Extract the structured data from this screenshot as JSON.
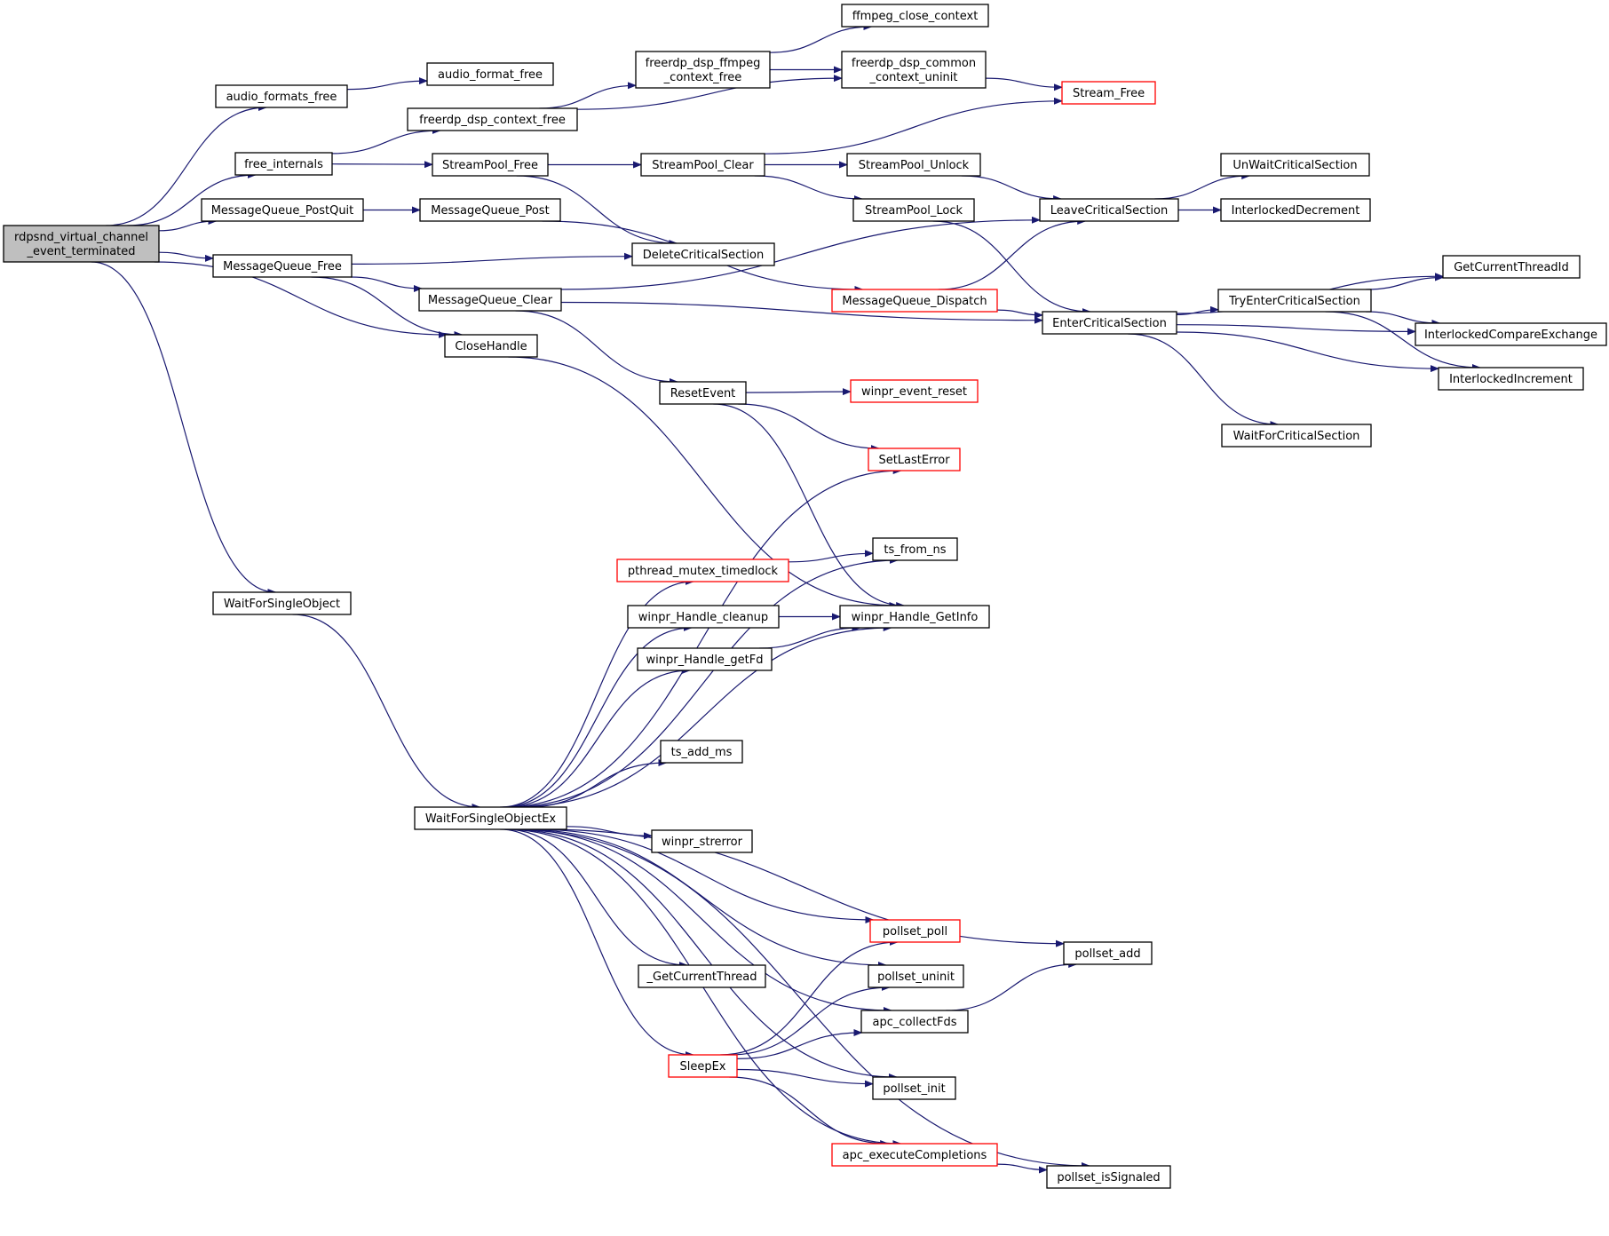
{
  "colors": {
    "edge": "#191970",
    "node_border": "#000000",
    "node_border_truncated": "#ff0000",
    "root_fill": "#bfbfbf",
    "node_fill": "#ffffff"
  },
  "nodes": [
    {
      "id": "root",
      "lines": [
        "rdpsnd_virtual_channel",
        "_event_terminated"
      ],
      "style": "root"
    },
    {
      "id": "audio_formats_free",
      "lines": [
        "audio_formats_free"
      ]
    },
    {
      "id": "audio_format_free",
      "lines": [
        "audio_format_free"
      ]
    },
    {
      "id": "free_internals",
      "lines": [
        "free_internals"
      ]
    },
    {
      "id": "freerdp_dsp_context_free",
      "lines": [
        "freerdp_dsp_context_free"
      ]
    },
    {
      "id": "freerdp_dsp_ffmpeg_context_free",
      "lines": [
        "freerdp_dsp_ffmpeg",
        "_context_free"
      ]
    },
    {
      "id": "ffmpeg_close_context",
      "lines": [
        "ffmpeg_close_context"
      ]
    },
    {
      "id": "freerdp_dsp_common_context_uninit",
      "lines": [
        "freerdp_dsp_common",
        "_context_uninit"
      ]
    },
    {
      "id": "Stream_Free",
      "lines": [
        "Stream_Free"
      ],
      "style": "red"
    },
    {
      "id": "StreamPool_Free",
      "lines": [
        "StreamPool_Free"
      ]
    },
    {
      "id": "StreamPool_Clear",
      "lines": [
        "StreamPool_Clear"
      ]
    },
    {
      "id": "StreamPool_Unlock",
      "lines": [
        "StreamPool_Unlock"
      ]
    },
    {
      "id": "StreamPool_Lock",
      "lines": [
        "StreamPool_Lock"
      ]
    },
    {
      "id": "UnWaitCriticalSection",
      "lines": [
        "UnWaitCriticalSection"
      ]
    },
    {
      "id": "LeaveCriticalSection",
      "lines": [
        "LeaveCriticalSection"
      ]
    },
    {
      "id": "InterlockedDecrement",
      "lines": [
        "InterlockedDecrement"
      ]
    },
    {
      "id": "MessageQueue_PostQuit",
      "lines": [
        "MessageQueue_PostQuit"
      ]
    },
    {
      "id": "MessageQueue_Post",
      "lines": [
        "MessageQueue_Post"
      ]
    },
    {
      "id": "DeleteCriticalSection",
      "lines": [
        "DeleteCriticalSection"
      ]
    },
    {
      "id": "MessageQueue_Free",
      "lines": [
        "MessageQueue_Free"
      ]
    },
    {
      "id": "MessageQueue_Clear",
      "lines": [
        "MessageQueue_Clear"
      ]
    },
    {
      "id": "MessageQueue_Dispatch",
      "lines": [
        "MessageQueue_Dispatch"
      ],
      "style": "red"
    },
    {
      "id": "EnterCriticalSection",
      "lines": [
        "EnterCriticalSection"
      ]
    },
    {
      "id": "TryEnterCriticalSection",
      "lines": [
        "TryEnterCriticalSection"
      ]
    },
    {
      "id": "GetCurrentThreadId",
      "lines": [
        "GetCurrentThreadId"
      ]
    },
    {
      "id": "InterlockedCompareExchange",
      "lines": [
        "InterlockedCompareExchange"
      ]
    },
    {
      "id": "InterlockedIncrement",
      "lines": [
        "InterlockedIncrement"
      ]
    },
    {
      "id": "WaitForCriticalSection",
      "lines": [
        "WaitForCriticalSection"
      ]
    },
    {
      "id": "CloseHandle",
      "lines": [
        "CloseHandle"
      ]
    },
    {
      "id": "ResetEvent",
      "lines": [
        "ResetEvent"
      ]
    },
    {
      "id": "winpr_event_reset",
      "lines": [
        "winpr_event_reset"
      ],
      "style": "red"
    },
    {
      "id": "SetLastError",
      "lines": [
        "SetLastError"
      ],
      "style": "red"
    },
    {
      "id": "ts_from_ns",
      "lines": [
        "ts_from_ns"
      ]
    },
    {
      "id": "pthread_mutex_timedlock",
      "lines": [
        "pthread_mutex_timedlock"
      ],
      "style": "red"
    },
    {
      "id": "winpr_Handle_cleanup",
      "lines": [
        "winpr_Handle_cleanup"
      ]
    },
    {
      "id": "winpr_Handle_GetInfo",
      "lines": [
        "winpr_Handle_GetInfo"
      ]
    },
    {
      "id": "winpr_Handle_getFd",
      "lines": [
        "winpr_Handle_getFd"
      ]
    },
    {
      "id": "WaitForSingleObject",
      "lines": [
        "WaitForSingleObject"
      ]
    },
    {
      "id": "ts_add_ms",
      "lines": [
        "ts_add_ms"
      ]
    },
    {
      "id": "WaitForSingleObjectEx",
      "lines": [
        "WaitForSingleObjectEx"
      ]
    },
    {
      "id": "winpr_strerror",
      "lines": [
        "winpr_strerror"
      ]
    },
    {
      "id": "pollset_poll",
      "lines": [
        "pollset_poll"
      ],
      "style": "red"
    },
    {
      "id": "pollset_add",
      "lines": [
        "pollset_add"
      ]
    },
    {
      "id": "_GetCurrentThread",
      "lines": [
        "_GetCurrentThread"
      ]
    },
    {
      "id": "pollset_uninit",
      "lines": [
        "pollset_uninit"
      ]
    },
    {
      "id": "apc_collectFds",
      "lines": [
        "apc_collectFds"
      ]
    },
    {
      "id": "SleepEx",
      "lines": [
        "SleepEx"
      ],
      "style": "red"
    },
    {
      "id": "pollset_init",
      "lines": [
        "pollset_init"
      ]
    },
    {
      "id": "apc_executeCompletions",
      "lines": [
        "apc_executeCompletions"
      ],
      "style": "red"
    },
    {
      "id": "pollset_isSignaled",
      "lines": [
        "pollset_isSignaled"
      ]
    }
  ],
  "edges": [
    [
      "root",
      "audio_formats_free"
    ],
    [
      "root",
      "free_internals"
    ],
    [
      "root",
      "MessageQueue_PostQuit"
    ],
    [
      "root",
      "MessageQueue_Free"
    ],
    [
      "root",
      "CloseHandle"
    ],
    [
      "root",
      "WaitForSingleObject"
    ],
    [
      "audio_formats_free",
      "audio_format_free"
    ],
    [
      "free_internals",
      "freerdp_dsp_context_free"
    ],
    [
      "free_internals",
      "StreamPool_Free"
    ],
    [
      "freerdp_dsp_context_free",
      "freerdp_dsp_ffmpeg_context_free"
    ],
    [
      "freerdp_dsp_context_free",
      "freerdp_dsp_common_context_uninit"
    ],
    [
      "freerdp_dsp_ffmpeg_context_free",
      "ffmpeg_close_context"
    ],
    [
      "freerdp_dsp_ffmpeg_context_free",
      "freerdp_dsp_common_context_uninit"
    ],
    [
      "freerdp_dsp_common_context_uninit",
      "Stream_Free"
    ],
    [
      "StreamPool_Free",
      "StreamPool_Clear"
    ],
    [
      "StreamPool_Free",
      "DeleteCriticalSection"
    ],
    [
      "StreamPool_Clear",
      "Stream_Free"
    ],
    [
      "StreamPool_Clear",
      "StreamPool_Unlock"
    ],
    [
      "StreamPool_Clear",
      "StreamPool_Lock"
    ],
    [
      "StreamPool_Unlock",
      "LeaveCriticalSection"
    ],
    [
      "StreamPool_Lock",
      "EnterCriticalSection"
    ],
    [
      "LeaveCriticalSection",
      "UnWaitCriticalSection"
    ],
    [
      "LeaveCriticalSection",
      "InterlockedDecrement"
    ],
    [
      "MessageQueue_PostQuit",
      "MessageQueue_Post"
    ],
    [
      "MessageQueue_Post",
      "MessageQueue_Dispatch"
    ],
    [
      "MessageQueue_Free",
      "DeleteCriticalSection"
    ],
    [
      "MessageQueue_Free",
      "MessageQueue_Clear"
    ],
    [
      "MessageQueue_Free",
      "CloseHandle"
    ],
    [
      "MessageQueue_Clear",
      "LeaveCriticalSection"
    ],
    [
      "MessageQueue_Clear",
      "EnterCriticalSection"
    ],
    [
      "MessageQueue_Clear",
      "ResetEvent"
    ],
    [
      "MessageQueue_Dispatch",
      "LeaveCriticalSection"
    ],
    [
      "MessageQueue_Dispatch",
      "EnterCriticalSection"
    ],
    [
      "EnterCriticalSection",
      "GetCurrentThreadId"
    ],
    [
      "EnterCriticalSection",
      "TryEnterCriticalSection"
    ],
    [
      "EnterCriticalSection",
      "InterlockedCompareExchange"
    ],
    [
      "EnterCriticalSection",
      "InterlockedIncrement"
    ],
    [
      "EnterCriticalSection",
      "WaitForCriticalSection"
    ],
    [
      "TryEnterCriticalSection",
      "GetCurrentThreadId"
    ],
    [
      "TryEnterCriticalSection",
      "InterlockedCompareExchange"
    ],
    [
      "TryEnterCriticalSection",
      "InterlockedIncrement"
    ],
    [
      "CloseHandle",
      "winpr_Handle_GetInfo"
    ],
    [
      "ResetEvent",
      "winpr_event_reset"
    ],
    [
      "ResetEvent",
      "SetLastError"
    ],
    [
      "ResetEvent",
      "winpr_Handle_GetInfo"
    ],
    [
      "pthread_mutex_timedlock",
      "ts_from_ns"
    ],
    [
      "winpr_Handle_cleanup",
      "winpr_Handle_GetInfo"
    ],
    [
      "winpr_Handle_getFd",
      "winpr_Handle_GetInfo"
    ],
    [
      "WaitForSingleObject",
      "WaitForSingleObjectEx"
    ],
    [
      "WaitForSingleObjectEx",
      "SetLastError"
    ],
    [
      "WaitForSingleObjectEx",
      "ts_from_ns"
    ],
    [
      "WaitForSingleObjectEx",
      "pthread_mutex_timedlock"
    ],
    [
      "WaitForSingleObjectEx",
      "winpr_Handle_cleanup"
    ],
    [
      "WaitForSingleObjectEx",
      "winpr_Handle_getFd"
    ],
    [
      "WaitForSingleObjectEx",
      "winpr_Handle_GetInfo"
    ],
    [
      "WaitForSingleObjectEx",
      "ts_add_ms"
    ],
    [
      "WaitForSingleObjectEx",
      "winpr_strerror"
    ],
    [
      "WaitForSingleObjectEx",
      "pollset_poll"
    ],
    [
      "WaitForSingleObjectEx",
      "pollset_add"
    ],
    [
      "WaitForSingleObjectEx",
      "_GetCurrentThread"
    ],
    [
      "WaitForSingleObjectEx",
      "pollset_uninit"
    ],
    [
      "WaitForSingleObjectEx",
      "apc_collectFds"
    ],
    [
      "WaitForSingleObjectEx",
      "SleepEx"
    ],
    [
      "WaitForSingleObjectEx",
      "pollset_init"
    ],
    [
      "WaitForSingleObjectEx",
      "apc_executeCompletions"
    ],
    [
      "WaitForSingleObjectEx",
      "pollset_isSignaled"
    ],
    [
      "apc_collectFds",
      "pollset_add"
    ],
    [
      "SleepEx",
      "pollset_poll"
    ],
    [
      "SleepEx",
      "pollset_uninit"
    ],
    [
      "SleepEx",
      "apc_collectFds"
    ],
    [
      "SleepEx",
      "pollset_init"
    ],
    [
      "SleepEx",
      "apc_executeCompletions"
    ],
    [
      "apc_executeCompletions",
      "pollset_isSignaled"
    ]
  ]
}
